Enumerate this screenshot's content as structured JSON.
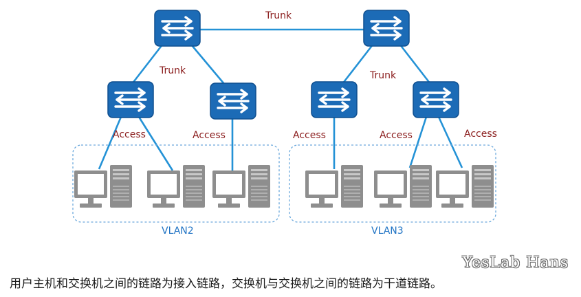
{
  "labels": {
    "trunk_top": "Trunk",
    "trunk_left": "Trunk",
    "trunk_right": "Trunk",
    "access_1": "Access",
    "access_2": "Access",
    "access_3": "Access",
    "access_4": "Access",
    "access_5": "Access"
  },
  "vlans": {
    "left": "VLAN2",
    "right": "VLAN3"
  },
  "caption": "用户主机和交换机之间的链路为接入链路，交换机与交换机之间的链路为干道链路。",
  "watermark": "YesLab Hans",
  "colors": {
    "link": "#2492d6",
    "switch": "#1c6bb6",
    "label": "#8a1c1c",
    "vlan": "#1f73c4"
  },
  "icons": {
    "switch": "switch-icon",
    "pc": "pc-icon"
  }
}
